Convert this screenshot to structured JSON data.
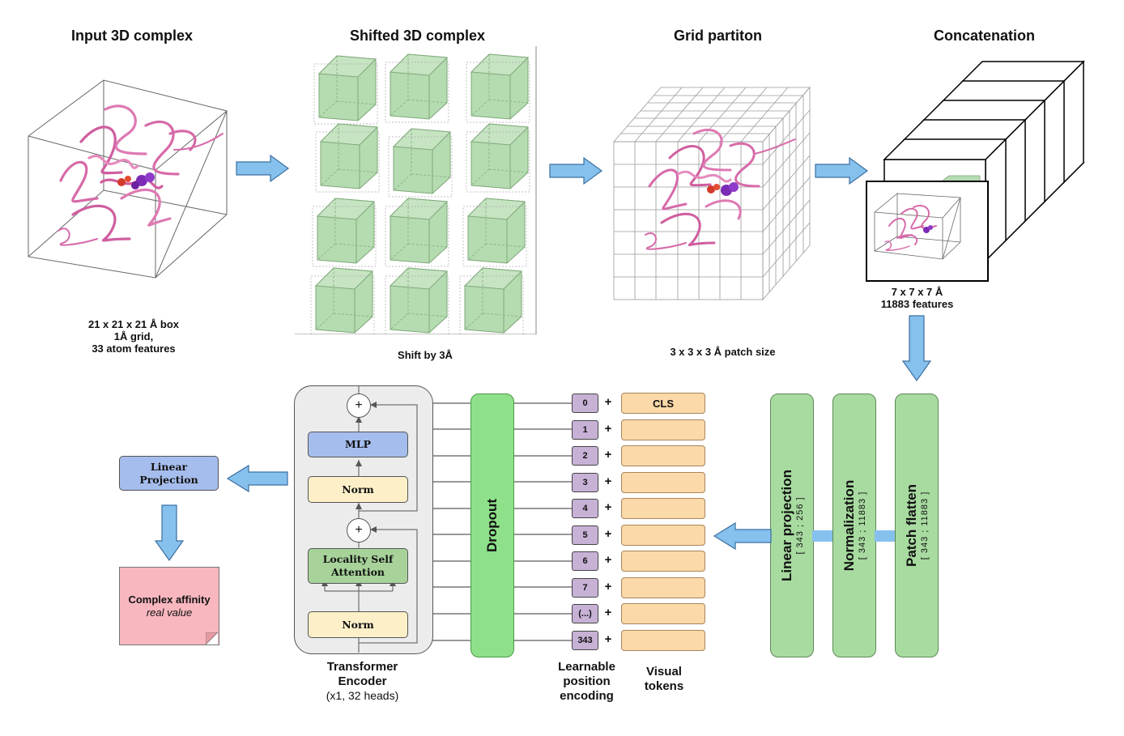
{
  "titles": {
    "input": "Input 3D complex",
    "shifted": "Shifted 3D complex",
    "grid": "Grid partiton",
    "concat": "Concatenation"
  },
  "captions": {
    "input": "21 x 21 x 21 Å box\n1Å grid,\n33 atom features",
    "shift": "Shift by 3Å",
    "patch": "3 x 3 x 3 Å patch size",
    "concat": "7 x 7 x 7 Å\n11883 features"
  },
  "pipeline": {
    "patch_flatten": {
      "label": "Patch flatten",
      "dims": "[ 343 ; 11883 ]"
    },
    "normalization": {
      "label": "Normalization",
      "dims": "[ 343 ; 11883 ]"
    },
    "linear_projection": {
      "label": "Linear projection",
      "dims": "[ 343 ; 256 ]"
    },
    "dropout": "Dropout"
  },
  "positions": [
    "0",
    "1",
    "2",
    "3",
    "4",
    "5",
    "6",
    "7",
    "(...)",
    "343"
  ],
  "plus_sign": "+",
  "cls_token": "CLS",
  "encoder": {
    "mlp": "MLP",
    "norm_top": "Norm",
    "norm_bottom": "Norm",
    "attention": "Locality Self Attention",
    "plus": "+",
    "label": "Transformer\nEncoder",
    "sublabel": "(x1, 32 heads)"
  },
  "labels": {
    "position_encoding": "Learnable\nposition\nencoding",
    "visual_tokens": "Visual\ntokens"
  },
  "output": {
    "linear_projection": "Linear Projection",
    "affinity": "Complex affinity",
    "affinity_sub": "real value"
  },
  "colors": {
    "arrow": "#86c1ee",
    "cube_fill": "#b5dbb0",
    "protein": "#d76aa9",
    "ligand": "#7b2bb5",
    "token": "#fbd9a8",
    "position": "#c7b2d6",
    "layer": "#a8dba0",
    "note": "#f8b7be"
  }
}
